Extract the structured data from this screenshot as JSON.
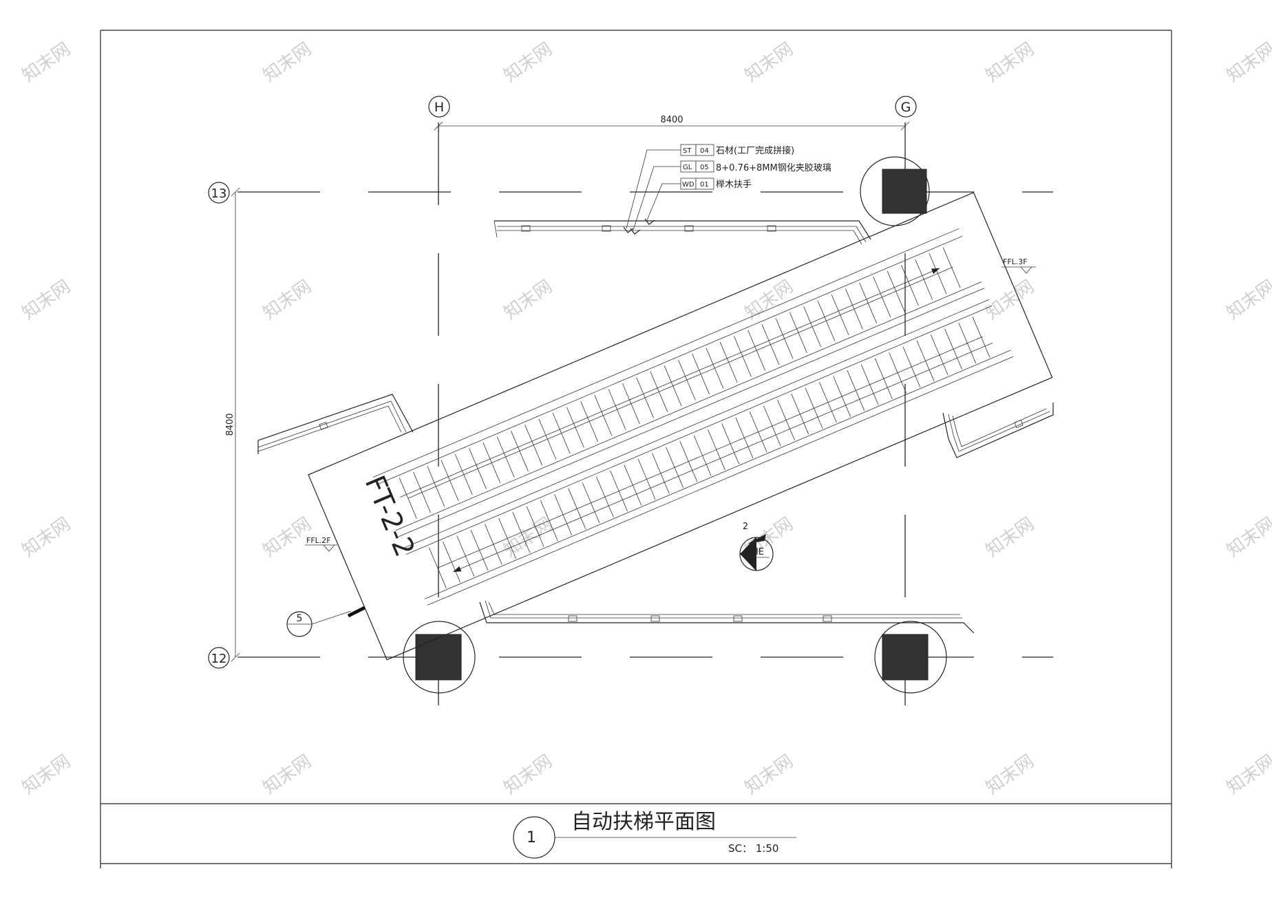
{
  "grid": {
    "top_labels": [
      "H",
      "G"
    ],
    "left_labels": [
      "13",
      "12"
    ],
    "top_dimension": "8400",
    "left_dimension": "8400"
  },
  "material_tags": [
    {
      "code": "ST",
      "num": "04",
      "desc": "石材(工厂完成拼接)"
    },
    {
      "code": "GL",
      "num": "05",
      "desc": "8+0.76+8MM钢化夹胶玻璃"
    },
    {
      "code": "WD",
      "num": "01",
      "desc": "榉木扶手"
    }
  ],
  "levels": {
    "upper": "FFL.3F",
    "lower": "FFL.2F"
  },
  "escalator_id": "FT-2-2",
  "callouts": {
    "section_number": "5",
    "elevation_number": "2",
    "elevation_sheet": "IE"
  },
  "title_block": {
    "drawing_number": "1",
    "title": "自动扶梯平面图",
    "scale": "SC：  1:50"
  },
  "watermark": "知末网"
}
